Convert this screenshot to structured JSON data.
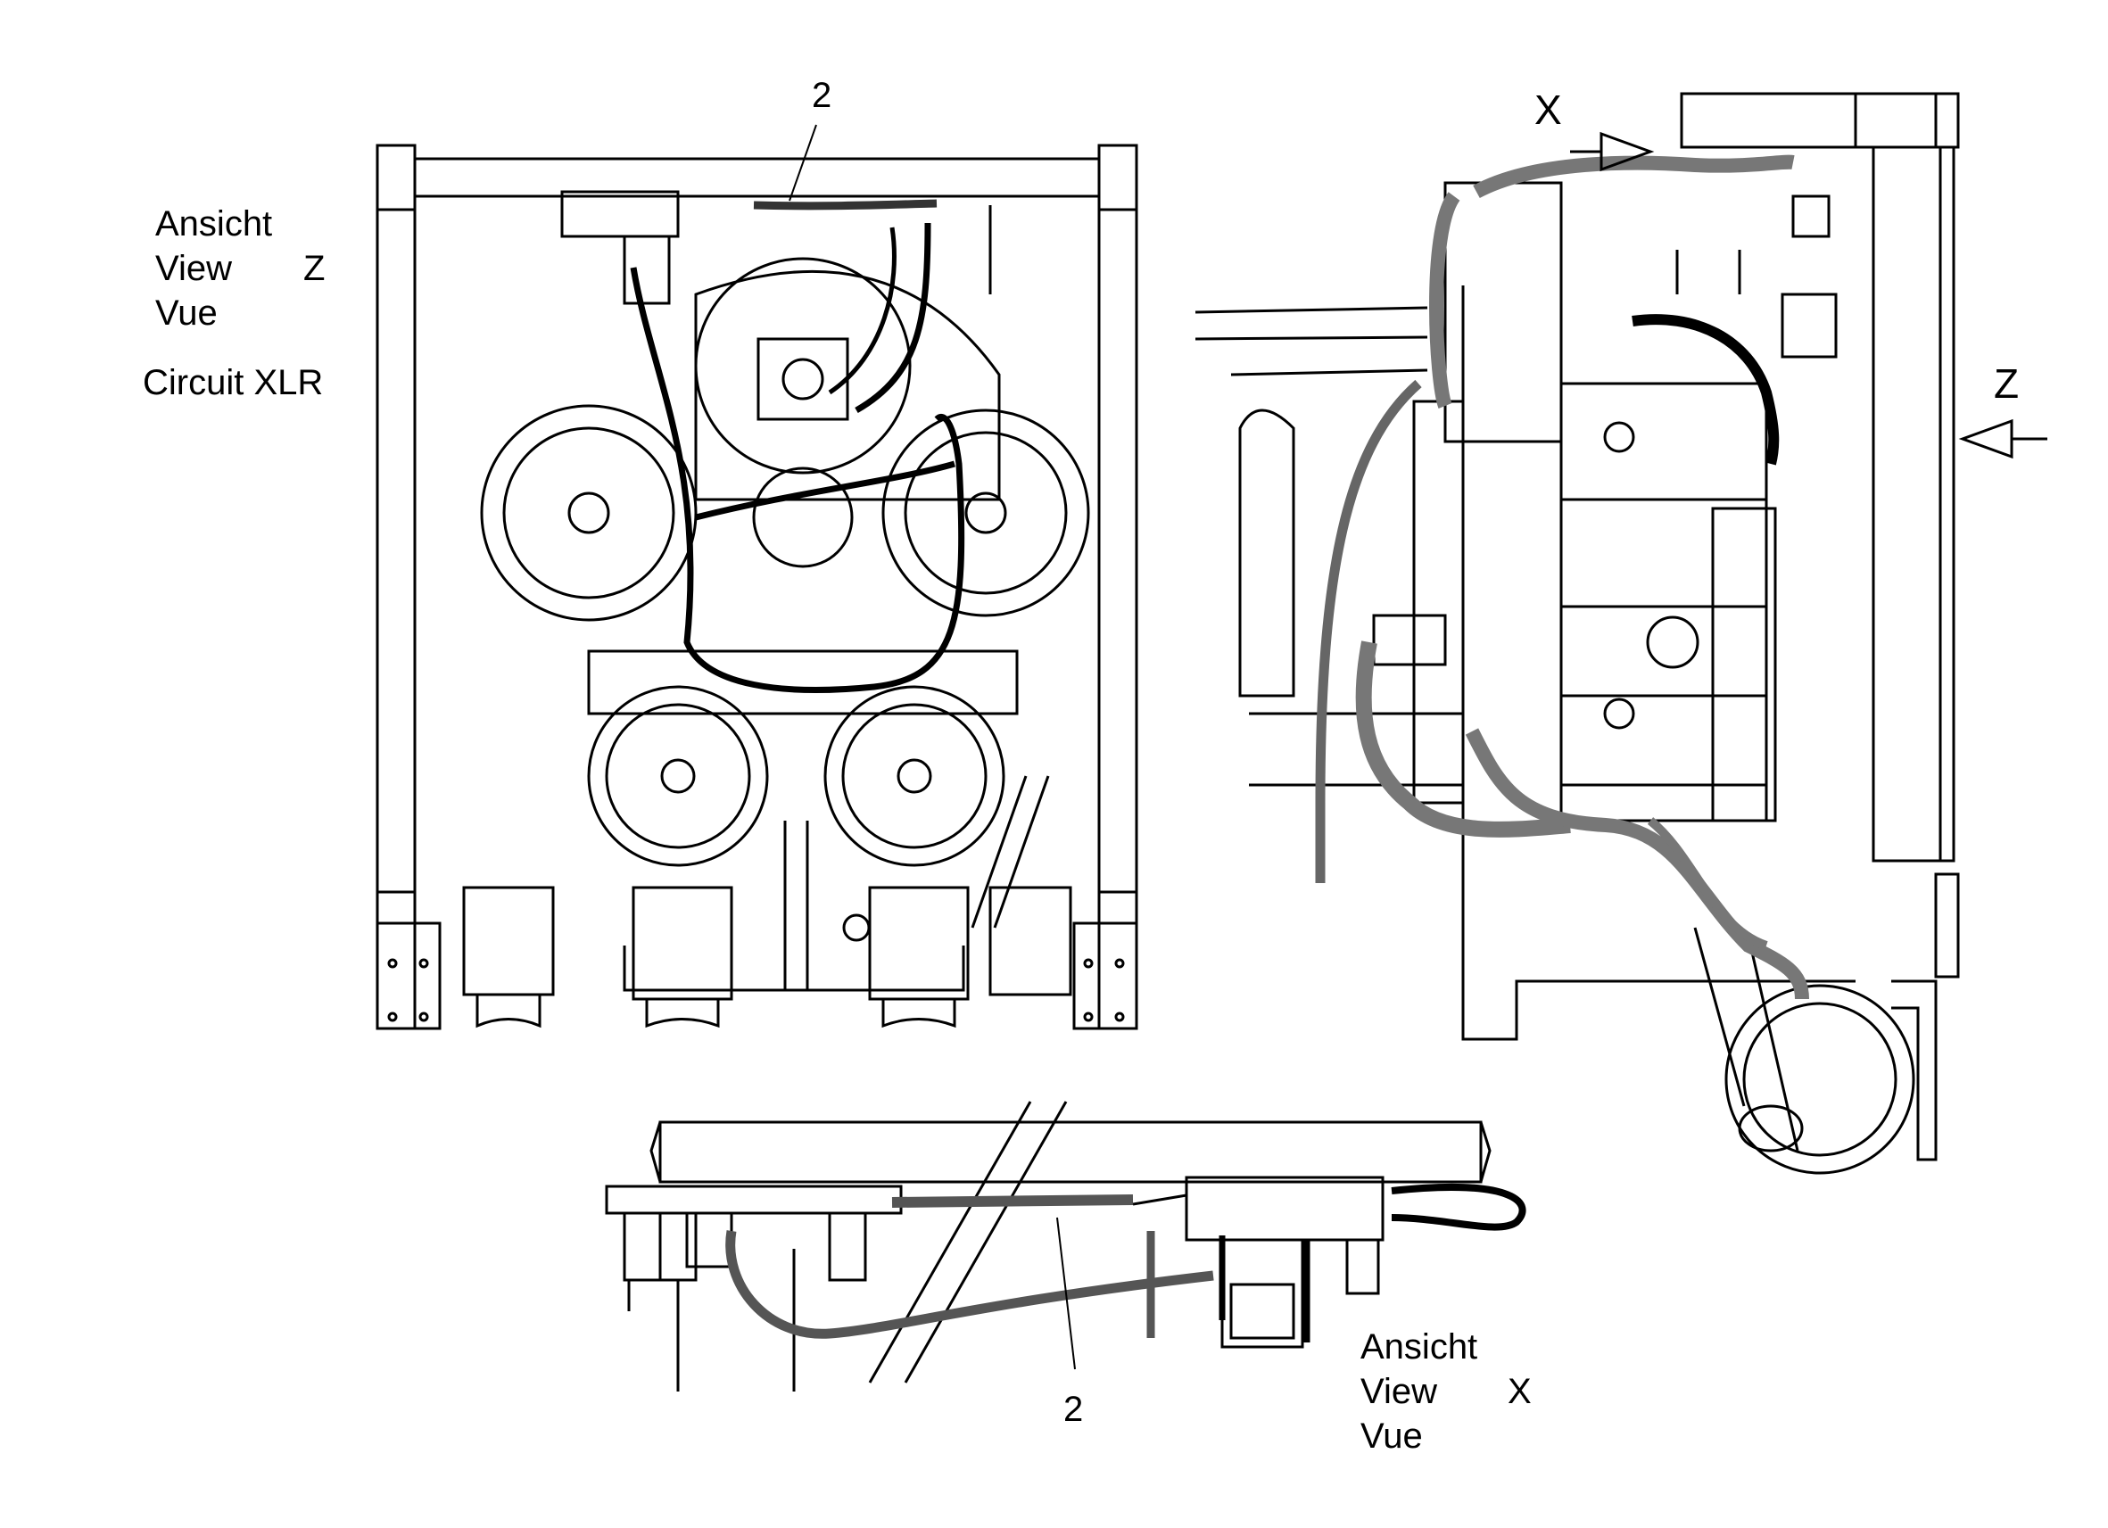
{
  "view_z": {
    "line1": "Ansicht",
    "line2": "View",
    "line3": "Vue",
    "letter": "Z",
    "circuit": "Circuit XLR"
  },
  "view_x": {
    "line1": "Ansicht",
    "line2": "View",
    "line3": "Vue",
    "letter": "X"
  },
  "callouts": {
    "top_item": "2",
    "bottom_item": "2"
  },
  "arrows": {
    "x_label": "X",
    "z_label": "Z"
  }
}
